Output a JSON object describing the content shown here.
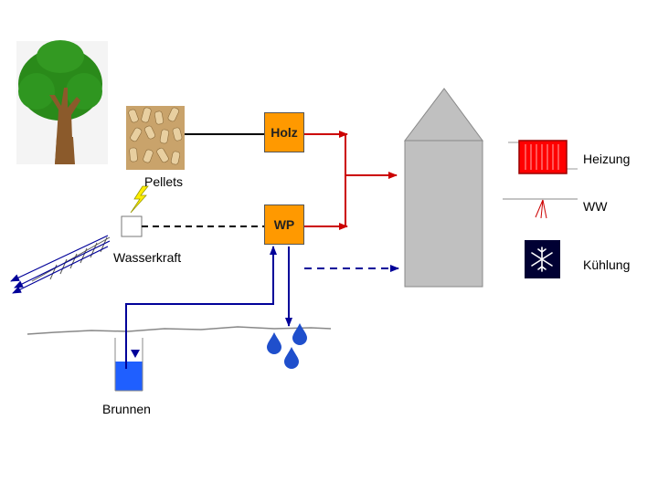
{
  "nodes": {
    "holz": "Holz",
    "wp": "WP"
  },
  "labels": {
    "pellets": "Pellets",
    "wasserkraft": "Wasserkraft",
    "brunnen": "Brunnen"
  },
  "legend": {
    "heizung": "Heizung",
    "ww": "WW",
    "kuehlung": "Kühlung"
  },
  "colors": {
    "heating_line": "#cc0000",
    "water_line": "#000099",
    "node_fill": "#ff9900",
    "building": "#c0c0c0",
    "ground": "#888888",
    "well_water": "#1f5fff",
    "drop": "#1f4fcc"
  },
  "icons": [
    "tree-icon",
    "pellets-image",
    "lightning-icon",
    "radiator-icon",
    "snowflake-icon",
    "water-drop-icon"
  ]
}
